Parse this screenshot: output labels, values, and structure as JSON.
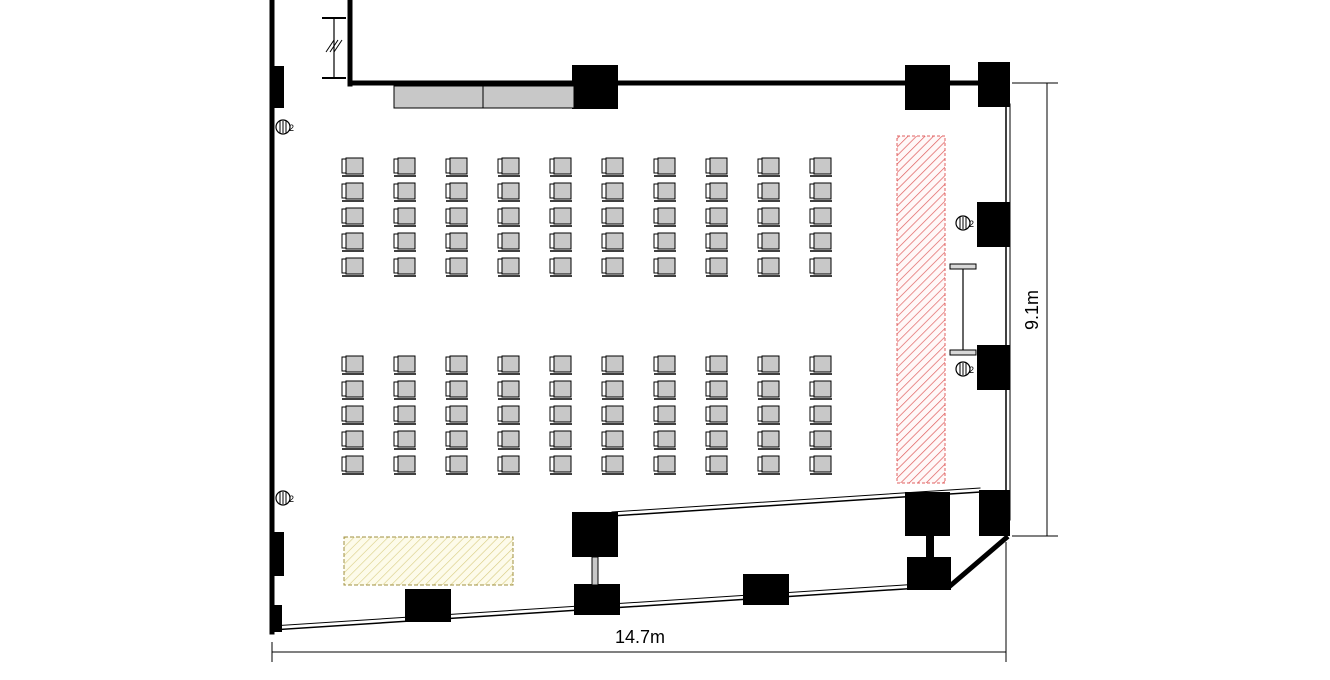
{
  "dimensions": {
    "width_label": "14.7m",
    "depth_label": "9.1m"
  },
  "seating": {
    "columns": 10,
    "rows_per_block": 5,
    "blocks": 2,
    "total_seats": 100
  },
  "outlet_marks": [
    "2",
    "2",
    "2",
    "2"
  ],
  "colors": {
    "wall": "#000000",
    "seat_fill": "#c8c8c8",
    "stage_hatch": "#e06060",
    "area_hatch": "#e8e0a0",
    "counter_fill": "#c8c8c8"
  },
  "icons": {
    "outlet": "electrical-outlet-icon",
    "door": "door-icon",
    "chair": "chair-icon"
  }
}
